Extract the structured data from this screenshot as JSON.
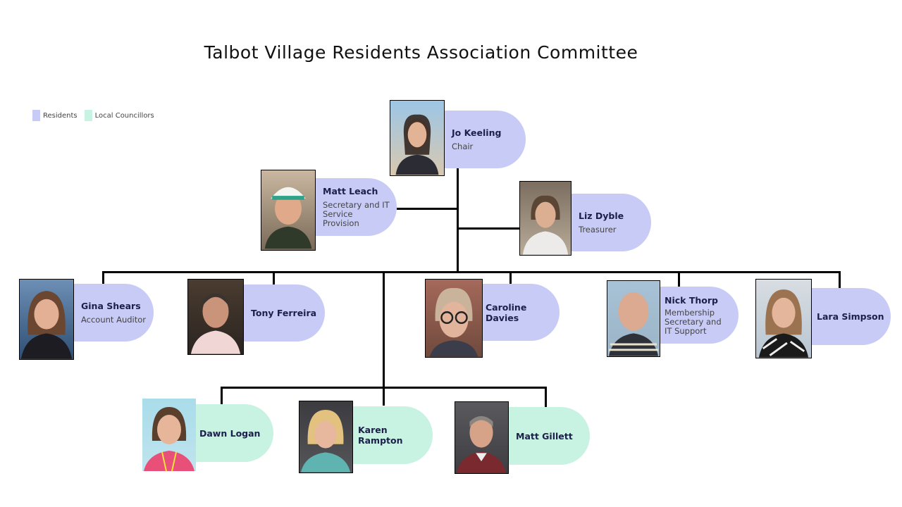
{
  "title": "Talbot Village Residents Association Committee",
  "legend": [
    {
      "label": "Residents",
      "color": "#c7cbf5"
    },
    {
      "label": "Local Councillors",
      "color": "#c8f2e2"
    }
  ],
  "members": [
    {
      "name": "Jo Keeling",
      "role": "Chair"
    },
    {
      "name": "Matt Leach",
      "role": "Secretary and IT Service Provision"
    },
    {
      "name": "Liz Dyble",
      "role": "Treasurer"
    },
    {
      "name": "Gina Shears",
      "role": "Account Auditor"
    },
    {
      "name": "Tony Ferreira"
    },
    {
      "name": "Caroline Davies"
    },
    {
      "name": "Nick Thorp",
      "role": "Membership Secretary and IT Support"
    },
    {
      "name": "Lara Simpson"
    },
    {
      "name": "Dawn Logan"
    },
    {
      "name": "Karen Rampton"
    },
    {
      "name": "Matt Gillett"
    }
  ]
}
